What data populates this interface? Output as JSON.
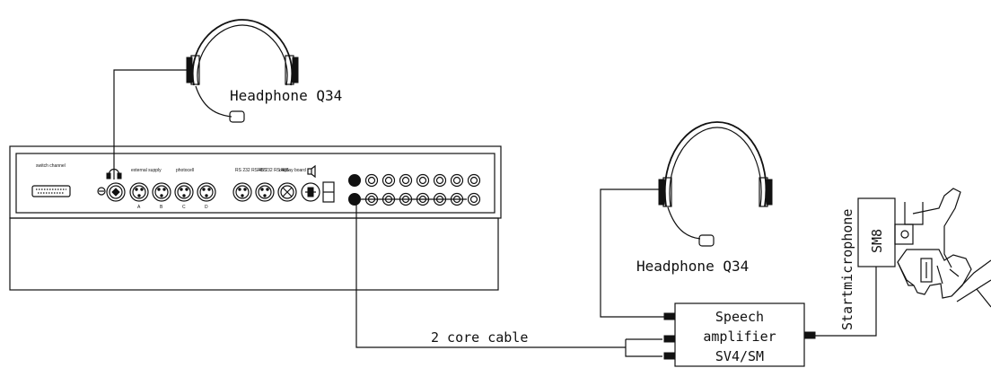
{
  "labels": {
    "headphone_top": "Headphone Q34",
    "headphone_right": "Headphone Q34",
    "cable": "2 core cable",
    "amplifier_line1": "Speech",
    "amplifier_line2": "amplifier",
    "amplifier_line3": "SV4/SM",
    "start_microphone": "Startmicrophone",
    "mic_model": "SM8"
  },
  "panel": {
    "sections": [
      "switch channel",
      "external supply",
      "photocell",
      "RS 232 RS 485",
      "RS 232 RS 485",
      "display board"
    ],
    "photocell_sub": [
      "A",
      "B",
      "C",
      "D"
    ]
  },
  "colors": {
    "line": "#111111",
    "background": "#ffffff"
  }
}
